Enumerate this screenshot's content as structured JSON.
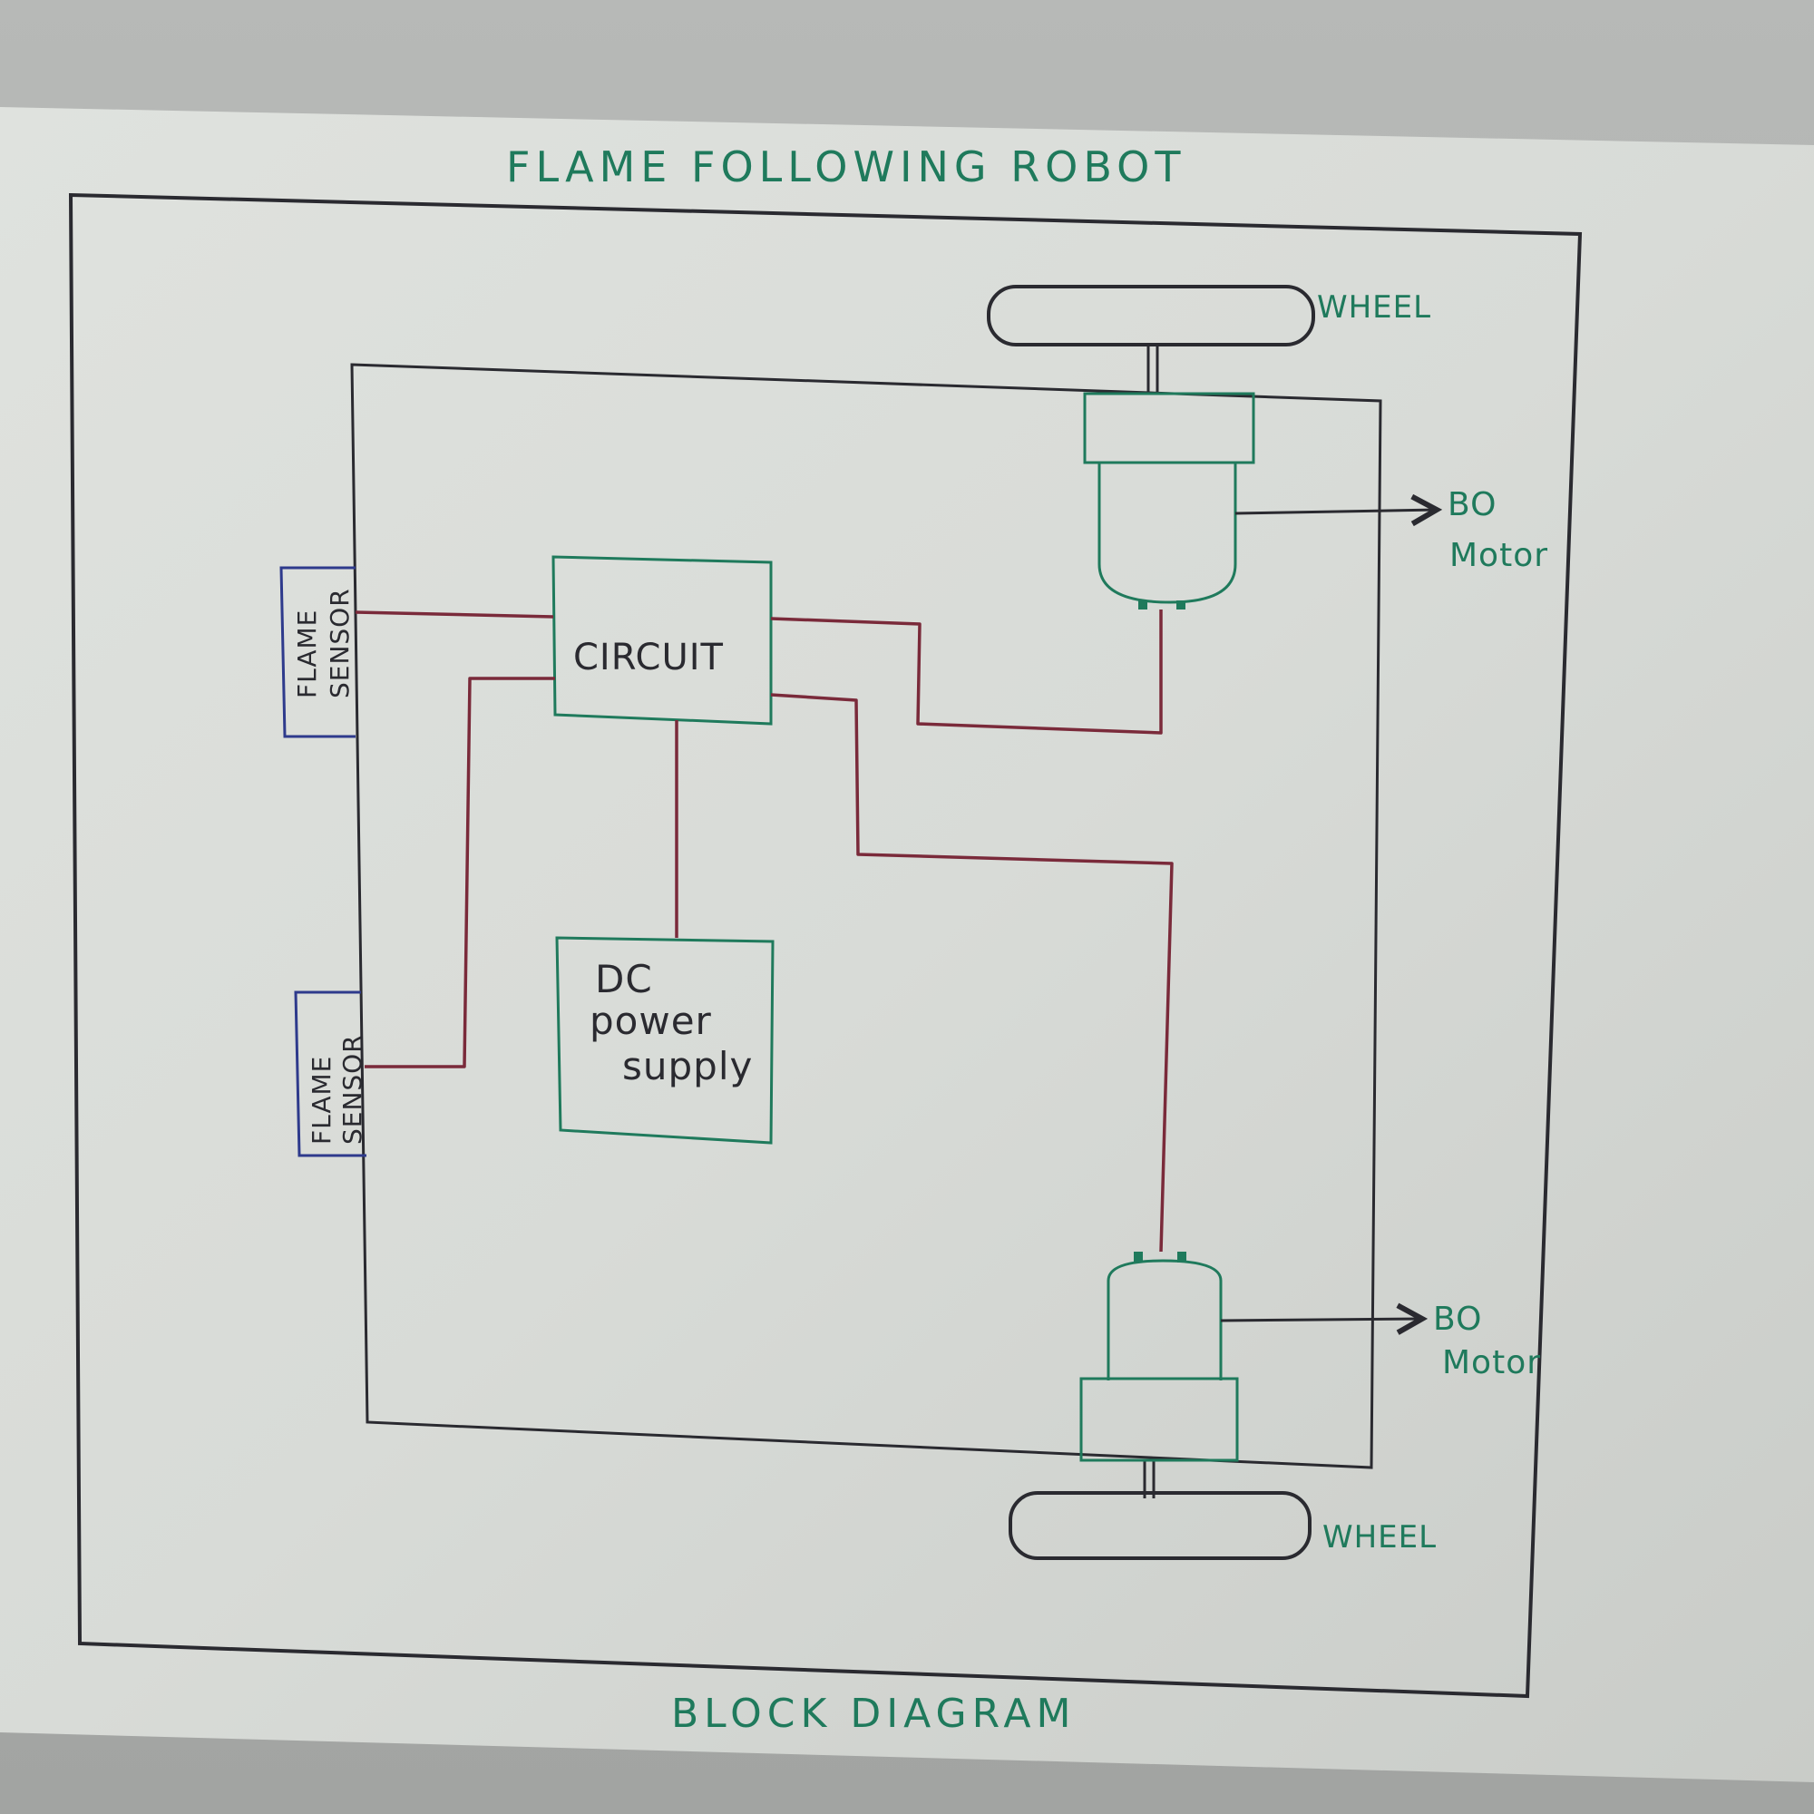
{
  "title": "FLAME FOLLOWING ROBOT",
  "caption": "BLOCK DIAGRAM",
  "blocks": {
    "circuit": "CIRCUIT",
    "power": [
      "DC",
      "power",
      "supply"
    ],
    "sensor_top": [
      "FLAME",
      "SENSOR"
    ],
    "sensor_bottom": [
      "FLAME",
      "SENSOR"
    ]
  },
  "labels": {
    "wheel_top": "WHEEL",
    "wheel_bottom": "WHEEL",
    "motor_top": [
      "BO",
      "Motor"
    ],
    "motor_bottom": [
      "BO",
      "Motor"
    ]
  },
  "colors": {
    "green_ink": "#1f7a5c",
    "red_wire": "#7a2a3a",
    "black_ink": "#2a2a30",
    "blue_ink": "#2e3a8c",
    "paper": "#d9dcd8"
  }
}
